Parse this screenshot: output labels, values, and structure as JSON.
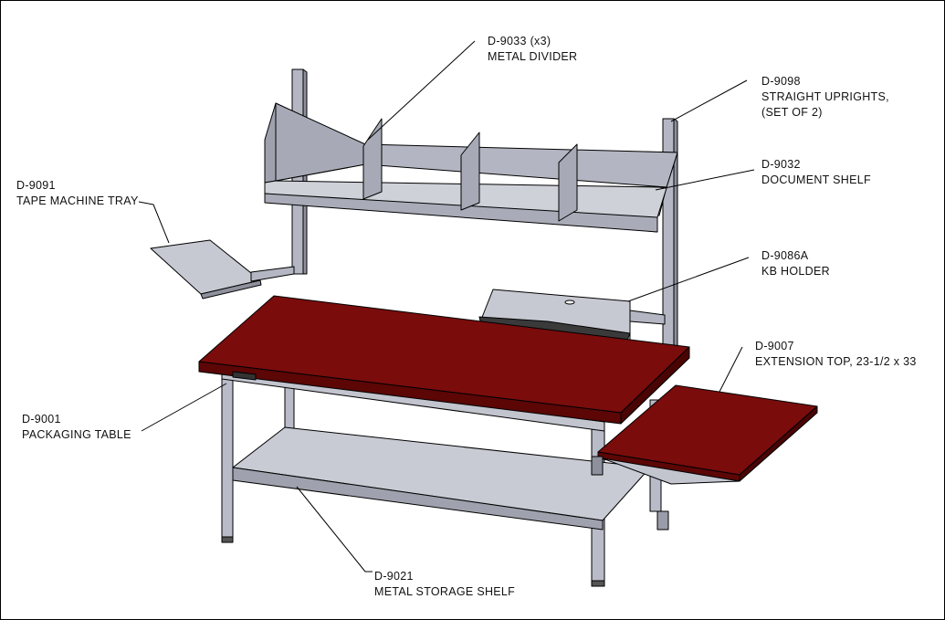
{
  "callouts": {
    "metal_divider": {
      "part": "D-9033 (x3)",
      "desc": "METAL DIVIDER"
    },
    "straight_uprights": {
      "part": "D-9098",
      "desc": "STRAIGHT UPRIGHTS,",
      "desc2": "(SET OF 2)"
    },
    "tape_machine_tray": {
      "part": "D-9091",
      "desc": "TAPE MACHINE TRAY"
    },
    "document_shelf": {
      "part": "D-9032",
      "desc": "DOCUMENT SHELF"
    },
    "kb_holder": {
      "part": "D-9086A",
      "desc": "KB HOLDER"
    },
    "extension_top": {
      "part": "D-9007",
      "desc": "EXTENSION TOP, 23-1/2 x 33"
    },
    "packaging_table": {
      "part": "D-9001",
      "desc": "PACKAGING TABLE"
    },
    "metal_storage_shelf": {
      "part": "D-9021",
      "desc": "METAL STORAGE SHELF"
    }
  },
  "colors": {
    "tabletop": "#7a0c0c",
    "tabletop_edge": "#5c0606",
    "frame_metal": "#b9bcc8",
    "frame_dark": "#8c8f9c",
    "line": "#000000"
  }
}
